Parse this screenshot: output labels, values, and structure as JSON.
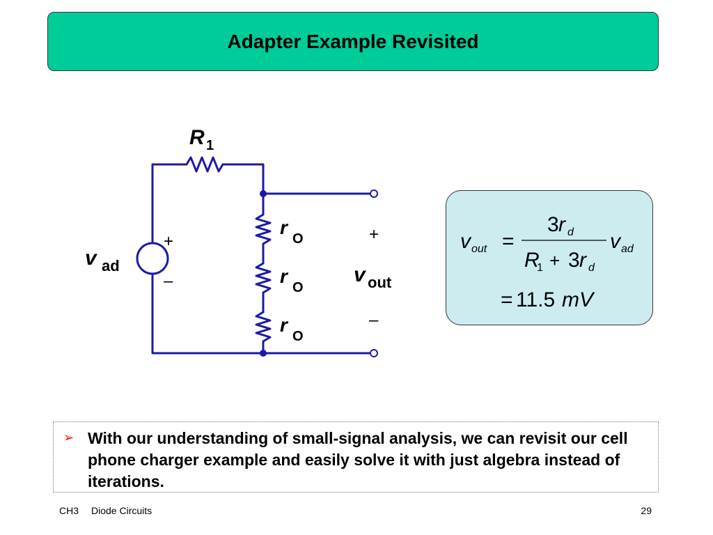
{
  "title": "Adapter Example Revisited",
  "circuit": {
    "r1_label": "R",
    "r1_sub": "1",
    "source_label": "v",
    "source_sub": "ad",
    "source_plus": "+",
    "source_minus": "–",
    "ro_label": "r",
    "ro_sub": "O",
    "out_plus": "+",
    "out_minus": "–",
    "out_label": "v",
    "out_sub": "out"
  },
  "equation": {
    "lhs_var": "v",
    "lhs_sub": "out",
    "equals": "=",
    "num_coef": "3",
    "num_var": "r",
    "num_sub": "d",
    "den_r": "R",
    "den_r_sub": "1",
    "den_plus": "+",
    "den_coef": "3",
    "den_var": "r",
    "den_sub": "d",
    "rhs_var": "v",
    "rhs_sub": "ad",
    "result_equals": "=",
    "result_value": "11.5",
    "result_unit": "mV"
  },
  "bullet": {
    "icon": "arrow-bullet-icon",
    "text": "With our understanding of small-signal analysis, we can revisit our cell phone charger example and easily solve it with just algebra instead of iterations."
  },
  "footer": {
    "chapter": "CH3",
    "course": "Diode Circuits",
    "page": "29"
  },
  "colors": {
    "title_bg": "#00cc99",
    "equation_bg": "#ccecf0",
    "wire": "#1a1aa6",
    "bullet_arrow": "#ff0000"
  }
}
